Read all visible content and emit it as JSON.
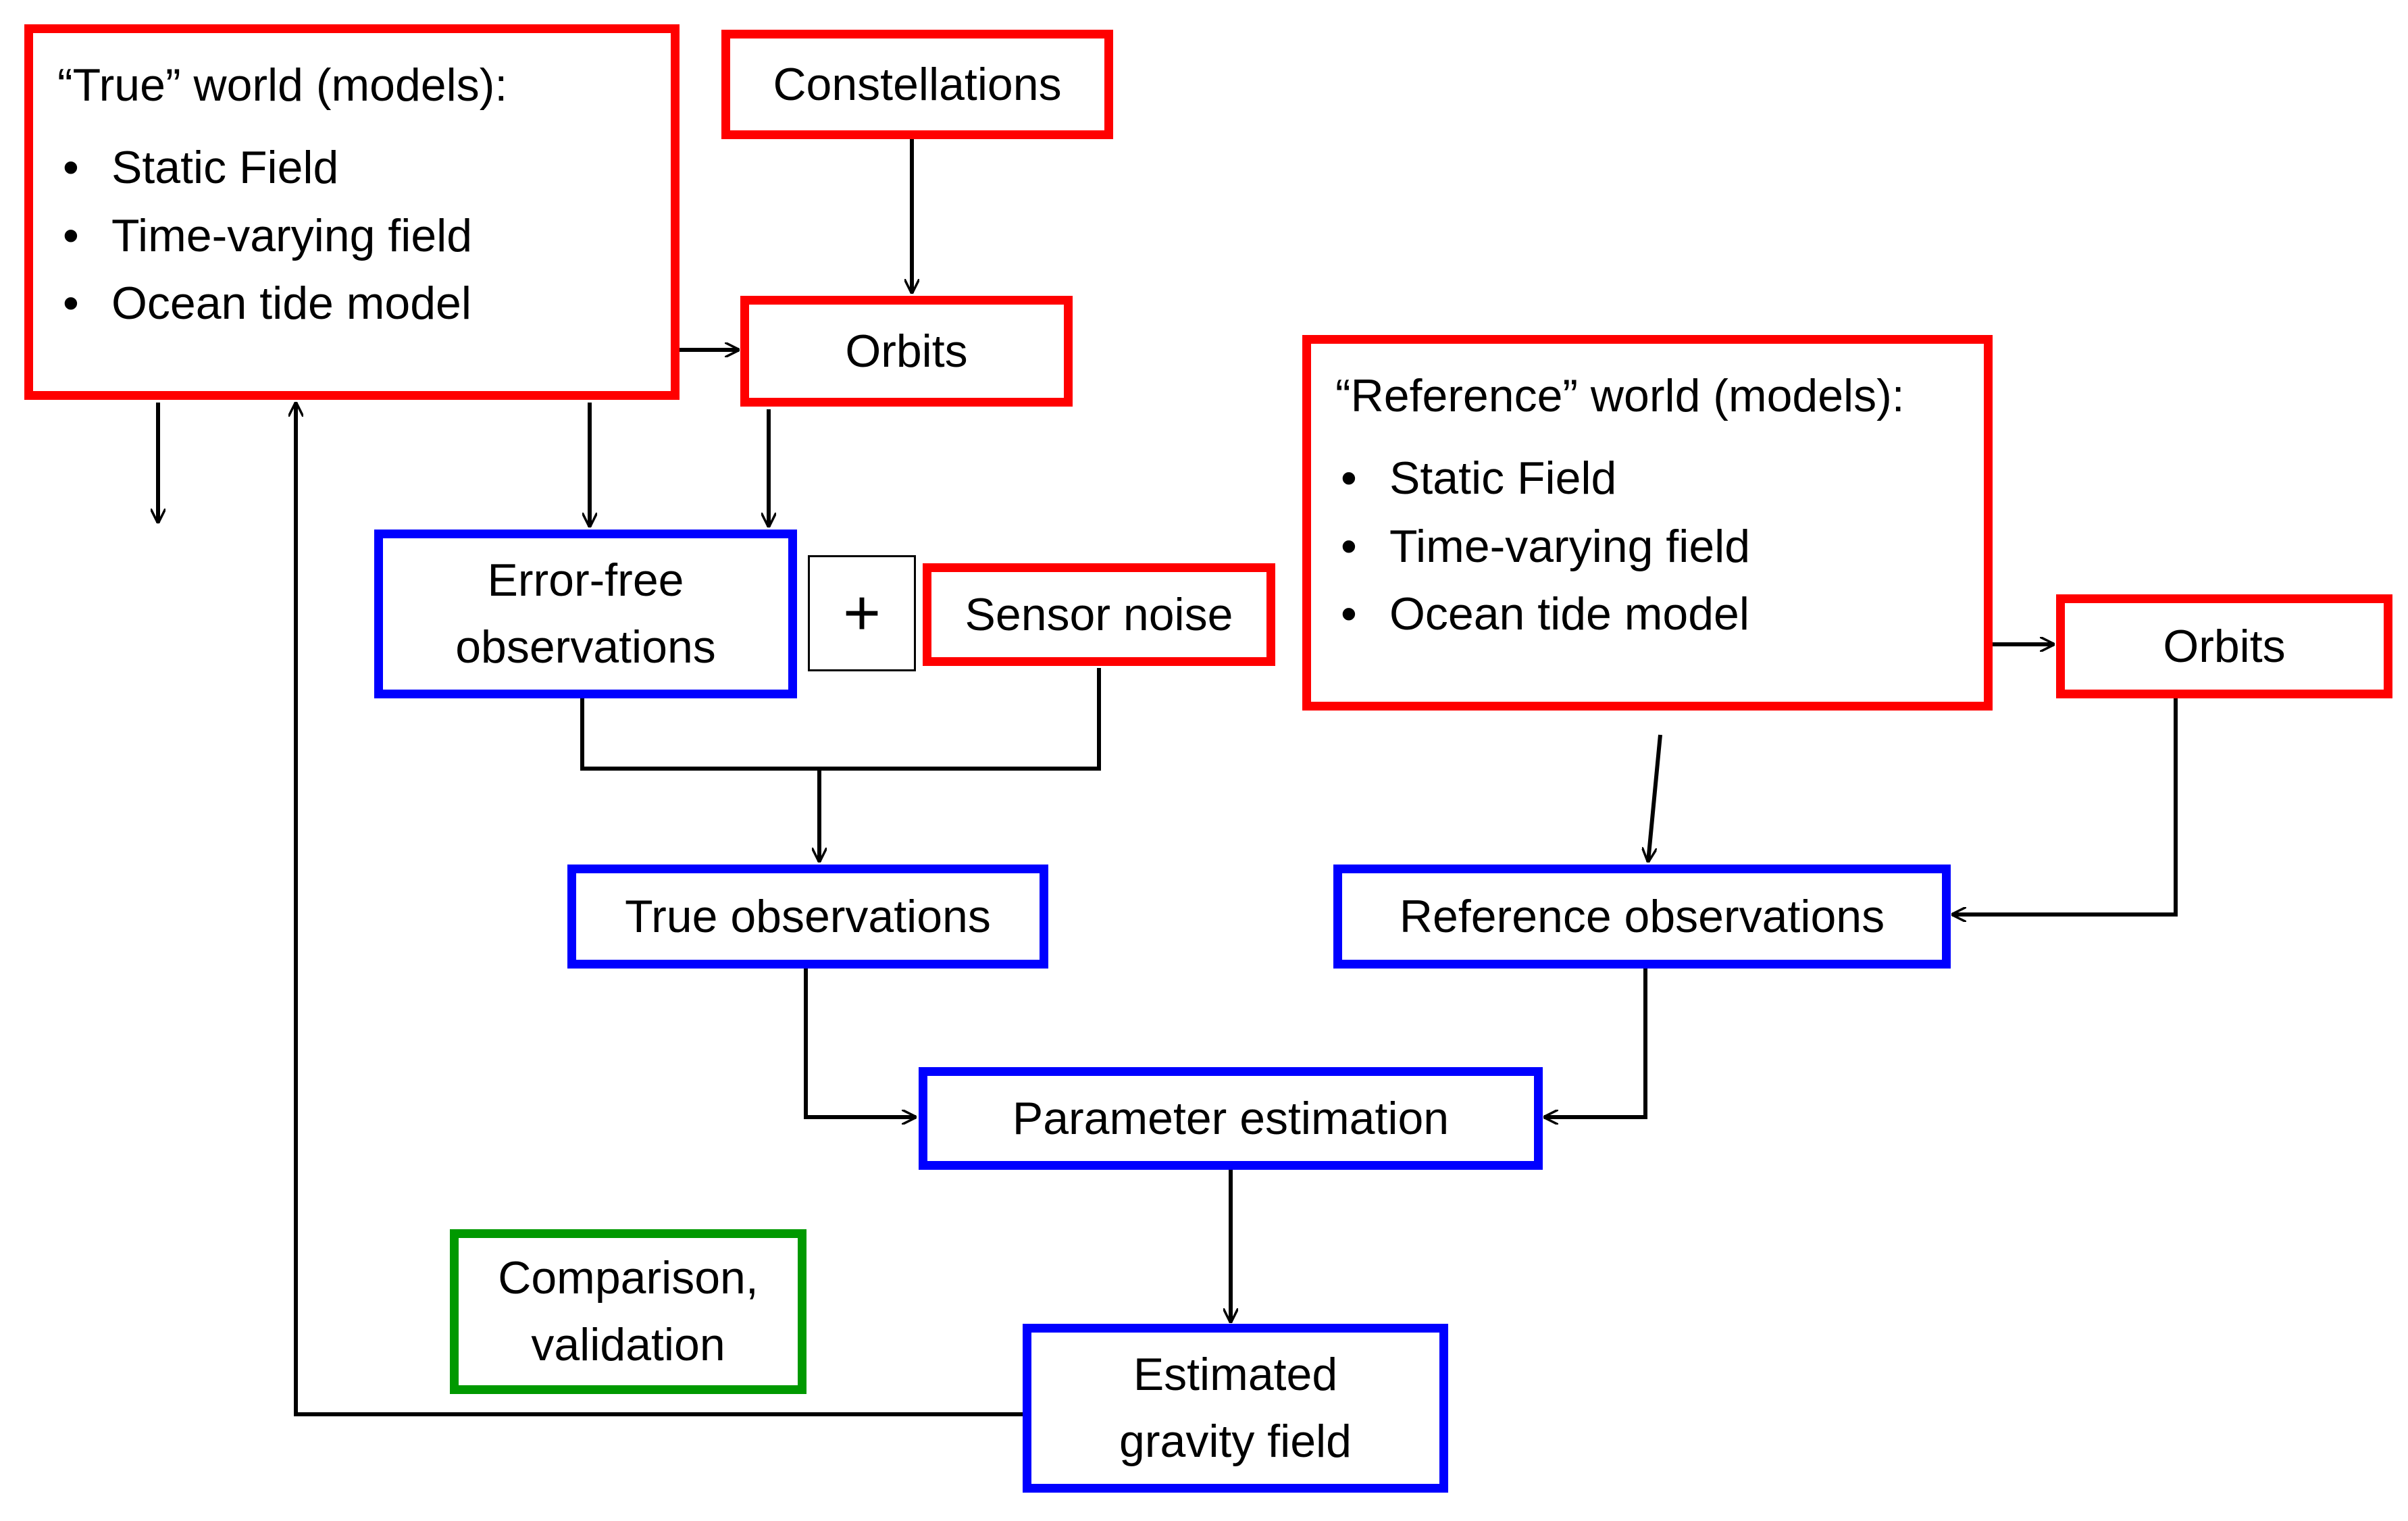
{
  "true_world": {
    "title": "“True” world (models):",
    "items": [
      "Static Field",
      "Time-varying field",
      "Ocean tide model"
    ]
  },
  "constellations": "Constellations",
  "orbits_true": "Orbits",
  "reference_world": {
    "title": "“Reference” world (models):",
    "items": [
      "Static Field",
      "Time-varying field",
      "Ocean tide model"
    ]
  },
  "orbits_reference": "Orbits",
  "error_free": {
    "line1": "Error-free",
    "line2": "observations"
  },
  "plus": "+",
  "sensor_noise": "Sensor noise",
  "true_observations": "True observations",
  "reference_observations": "Reference observations",
  "parameter_estimation": "Parameter estimation",
  "comparison": {
    "line1": "Comparison,",
    "line2": "validation"
  },
  "estimated": {
    "line1": "Estimated",
    "line2": "gravity field"
  },
  "colors": {
    "model_box": "#ff0000",
    "observation_box": "#0000ff",
    "validation_box": "#009900",
    "arrow": "#000000"
  }
}
